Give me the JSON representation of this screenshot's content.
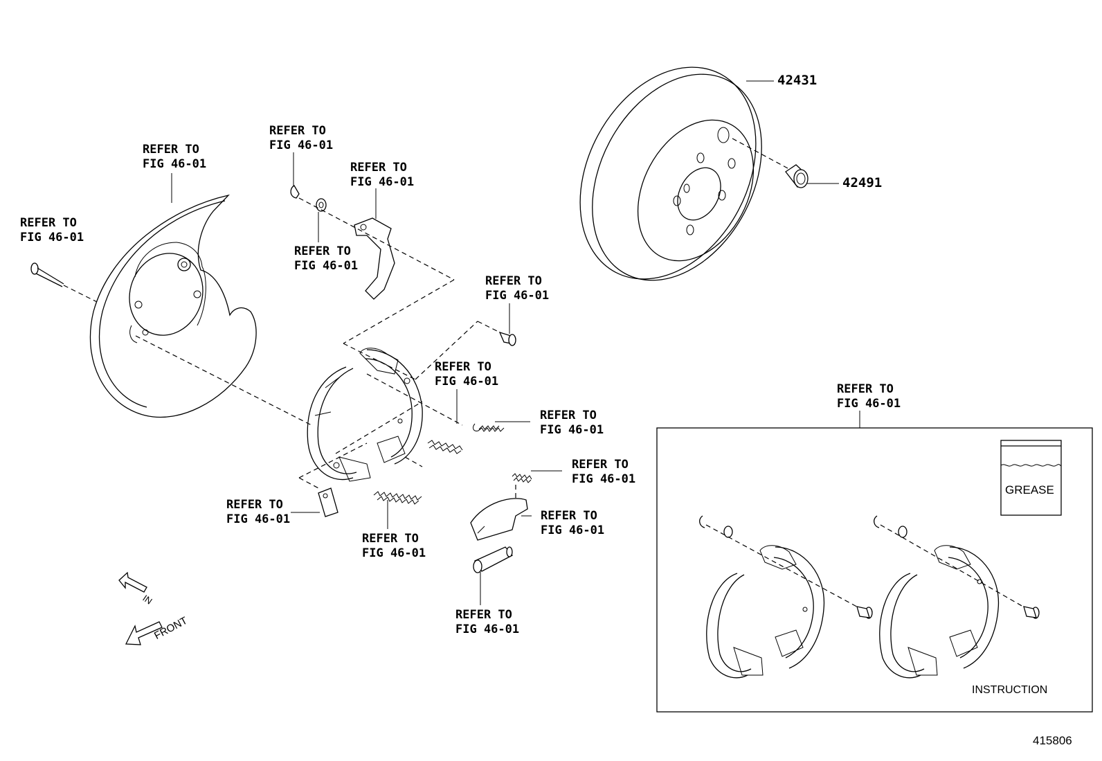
{
  "refer_label": {
    "line1": "REFER TO",
    "line2": "FIG 46-01"
  },
  "parts": {
    "rotor": "42431",
    "plug": "42491"
  },
  "instruction_box": {
    "grease_label": "GREASE",
    "title": "INSTRUCTION"
  },
  "directions": {
    "in": "IN",
    "front": "FRONT"
  },
  "diagram_id": "415806"
}
